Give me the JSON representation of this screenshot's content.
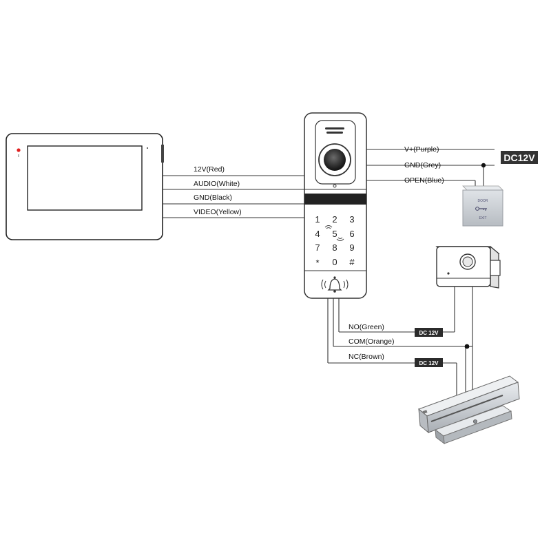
{
  "monitor_wires": [
    {
      "label": "12V(Red)"
    },
    {
      "label": "AUDIO(White)"
    },
    {
      "label": "GND(Black)"
    },
    {
      "label": "VIDEO(Yellow)"
    }
  ],
  "supply_wires": [
    {
      "label": "V+(Purple)"
    },
    {
      "label": "GND(Grey)"
    },
    {
      "label": "OPEN(Blue)"
    }
  ],
  "power_label": "DC12V",
  "lock_wires": [
    {
      "label": "NO(Green)"
    },
    {
      "label": "COM(Orange)"
    },
    {
      "label": "NC(Brown)"
    }
  ],
  "dc_badges": [
    "DC 12V",
    "DC 12V"
  ],
  "keypad": {
    "keys": [
      "1",
      "2",
      "3",
      "4",
      "5",
      "6",
      "7",
      "8",
      "9",
      "*",
      "0",
      "#"
    ]
  },
  "exit_button": {
    "top_text": "DOOR",
    "bottom_text": "EXIT"
  }
}
